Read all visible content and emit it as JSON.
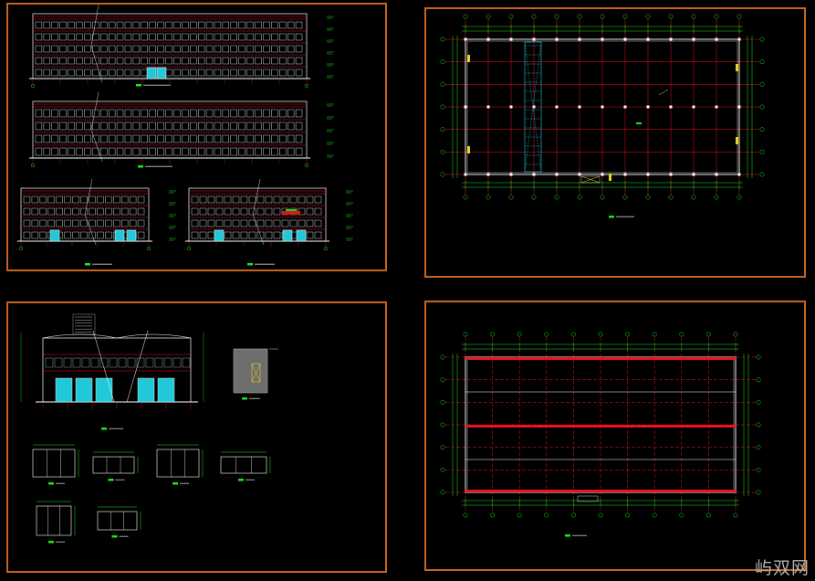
{
  "drawing": {
    "panels": [
      {
        "id": "elevations"
      },
      {
        "id": "ground-floor-plan"
      },
      {
        "id": "sections-and-details"
      },
      {
        "id": "roof-plan"
      }
    ]
  },
  "colors": {
    "frame": "#c8641e",
    "axis": "#e8141e",
    "wall": "#ffffff",
    "dimension": "#18e818",
    "door": "#20c8d8",
    "label_bar": "#18e818",
    "background": "#000000"
  },
  "watermark": {
    "text": "屿双网"
  }
}
